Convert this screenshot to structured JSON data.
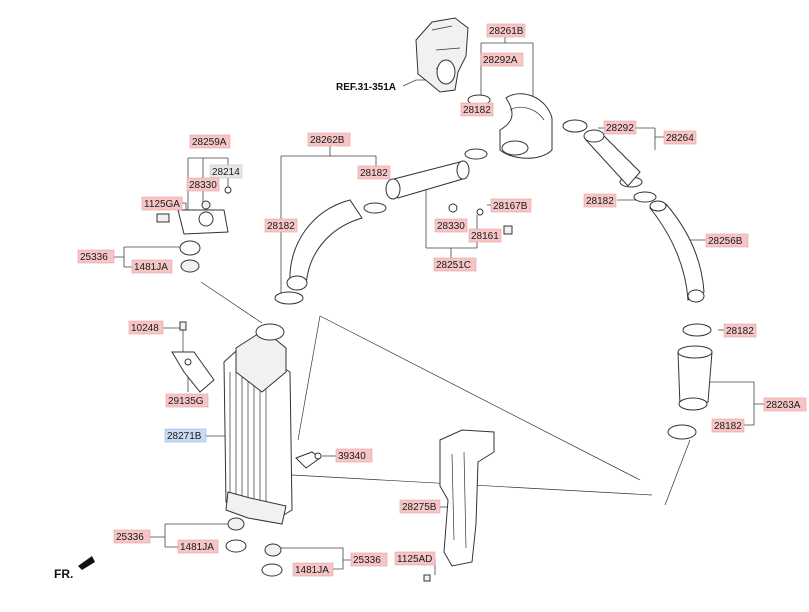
{
  "labels": {
    "ref": "REF.31-351A",
    "p28261B": "28261B",
    "p28292A": "28292A",
    "p28182_a": "28182",
    "p28292": "28292",
    "p28264": "28264",
    "p28182_b": "28182",
    "p28259A": "28259A",
    "p28214": "28214",
    "p28330_a": "28330",
    "p1125GA": "1125GA",
    "p28262B": "28262B",
    "p28182_c": "28182",
    "p28182_d": "28182",
    "p25336_a": "25336",
    "p1481JA_a": "1481JA",
    "p28167B": "28167B",
    "p28330_b": "28330",
    "p28161": "28161",
    "p28251C": "28251C",
    "p28256B": "28256B",
    "p10248": "10248",
    "p28182_e": "28182",
    "p29135G": "29135G",
    "p28271B": "28271B",
    "p28263A": "28263A",
    "p28182_f": "28182",
    "p39340": "39340",
    "p28275B": "28275B",
    "p25336_b": "25336",
    "p1481JA_b": "1481JA",
    "p25336_c": "25336",
    "p1481JA_c": "1481JA",
    "p1125AD": "1125AD",
    "fr": "FR."
  },
  "colors": {
    "part_label_fill": "#f6c6c6",
    "highlight_label_fill": "#c8daf4",
    "plain_label_fill": "#e6e6e6",
    "line": "#333333"
  }
}
